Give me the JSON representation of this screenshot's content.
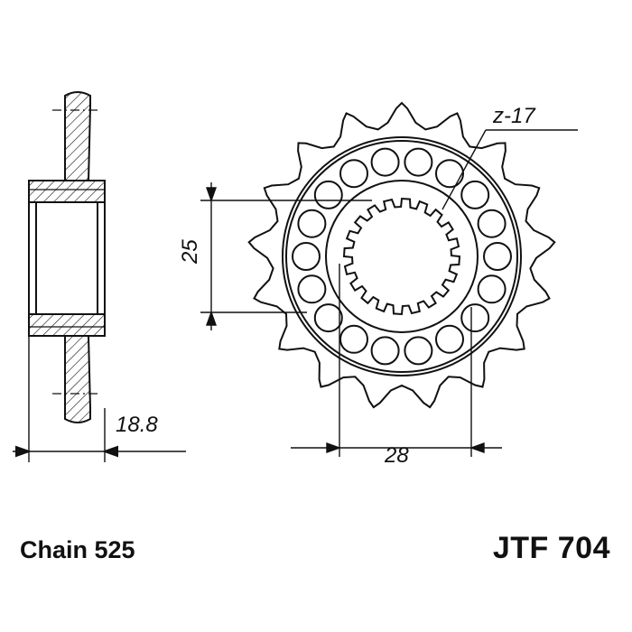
{
  "chain_label": "Chain 525",
  "part_number": "JTF 704",
  "dimensions": {
    "teeth": "z-17",
    "height": "25",
    "width": "28",
    "thickness": "18.8"
  },
  "sprocket": {
    "tooth_count": 17,
    "bolt_hole_count": 18,
    "spline_count": 20
  },
  "colors": {
    "line": "#111111",
    "background": "#ffffff"
  }
}
